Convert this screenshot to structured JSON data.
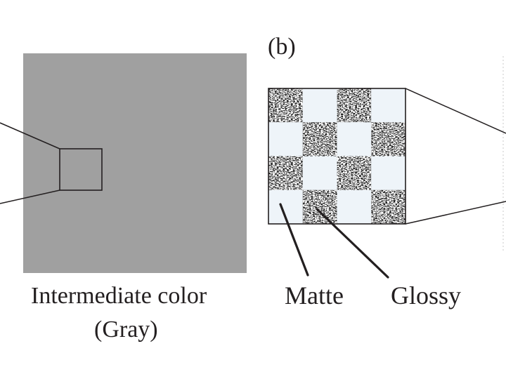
{
  "panel_b_label": "(b)",
  "gray_caption_line1": "Intermediate color",
  "gray_caption_line2": "(Gray)",
  "matte_label": "Matte",
  "glossy_label": "Glossy",
  "colors": {
    "gray_square": "#a0a0a0",
    "matte_tile": "#eef4f9",
    "glossy_tile_base": "#1a1a1a",
    "line": "#231f20"
  },
  "checkerboard": {
    "rows": 4,
    "cols": 4,
    "top_left_tile": "glossy"
  }
}
